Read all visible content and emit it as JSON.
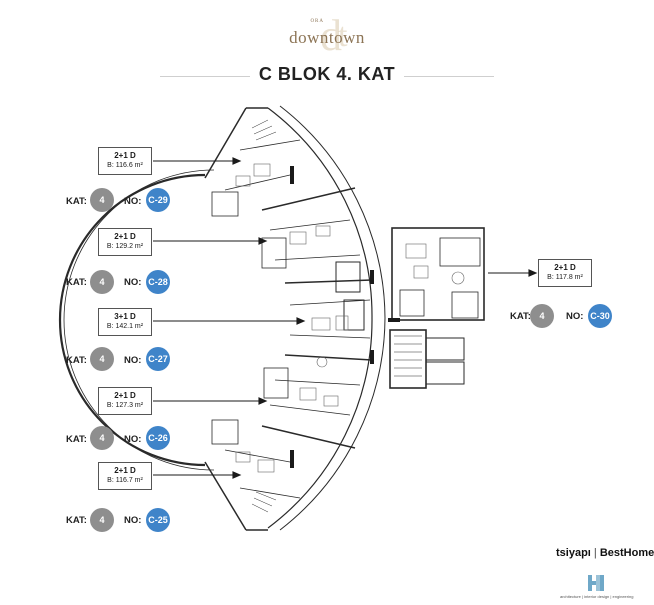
{
  "logo": {
    "pre": "ORA",
    "word": "downtown",
    "mark": "dt"
  },
  "title": "C BLOK  4.  KAT",
  "units": [
    {
      "type": "2+1 D",
      "area": "B: 116.6 m²",
      "kat_label": "KAT:",
      "kat": "4",
      "no_label": "NO:",
      "no": "C-29"
    },
    {
      "type": "2+1 D",
      "area": "B: 129.2 m²",
      "kat_label": "KAT:",
      "kat": "4",
      "no_label": "NO:",
      "no": "C-28"
    },
    {
      "type": "3+1 D",
      "area": "B: 142.1 m²",
      "kat_label": "KAT:",
      "kat": "4",
      "no_label": "NO:",
      "no": "C-27"
    },
    {
      "type": "2+1 D",
      "area": "B: 127.3 m²",
      "kat_label": "KAT:",
      "kat": "4",
      "no_label": "NO:",
      "no": "C-26"
    },
    {
      "type": "2+1 D",
      "area": "B: 116.7 m²",
      "kat_label": "KAT:",
      "kat": "4",
      "no_label": "NO:",
      "no": "C-25"
    },
    {
      "type": "2+1 D",
      "area": "B: 117.8 m²",
      "kat_label": "KAT:",
      "kat": "4",
      "no_label": "NO:",
      "no": "C-30"
    }
  ],
  "brand": {
    "tsi": "tsiyapı",
    "best": "BestHome",
    "sub": "architecture | interior design | engineering"
  },
  "colors": {
    "blue": "#3f84c9",
    "gray": "#8e8e8e",
    "gold": "#8c7455"
  },
  "icons": {
    "logo": "dt-monogram",
    "hn_logo": "hn-monogram"
  }
}
